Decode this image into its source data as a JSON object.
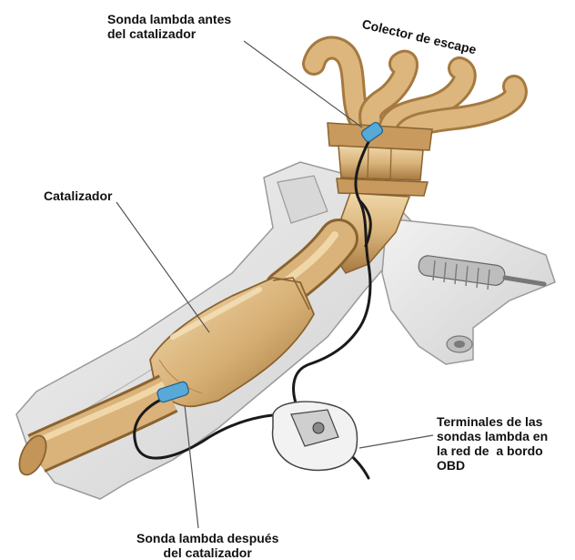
{
  "labels": {
    "upstream_sensor": [
      "Sonda lambda antes",
      "del catalizador"
    ],
    "exhaust_manifold": "Colector de escape",
    "catalytic_converter": "Catalizador",
    "obd_terminals": [
      "Terminales de las",
      "sondas lambda en",
      "la red de  a bordo",
      "OBD"
    ],
    "downstream_sensor": [
      "Sonda lambda después",
      "del catalizador"
    ]
  },
  "colors": {
    "pipe": "#d9b37a",
    "pipe_dark": "#a5793f",
    "pipe_light": "#f0d7a8",
    "body_panel": "#e4e4e4",
    "panel_edge": "#9a9a9a",
    "sensor": "#59a9d8",
    "wire": "#1a1a1a",
    "leader_line": "#555555"
  }
}
